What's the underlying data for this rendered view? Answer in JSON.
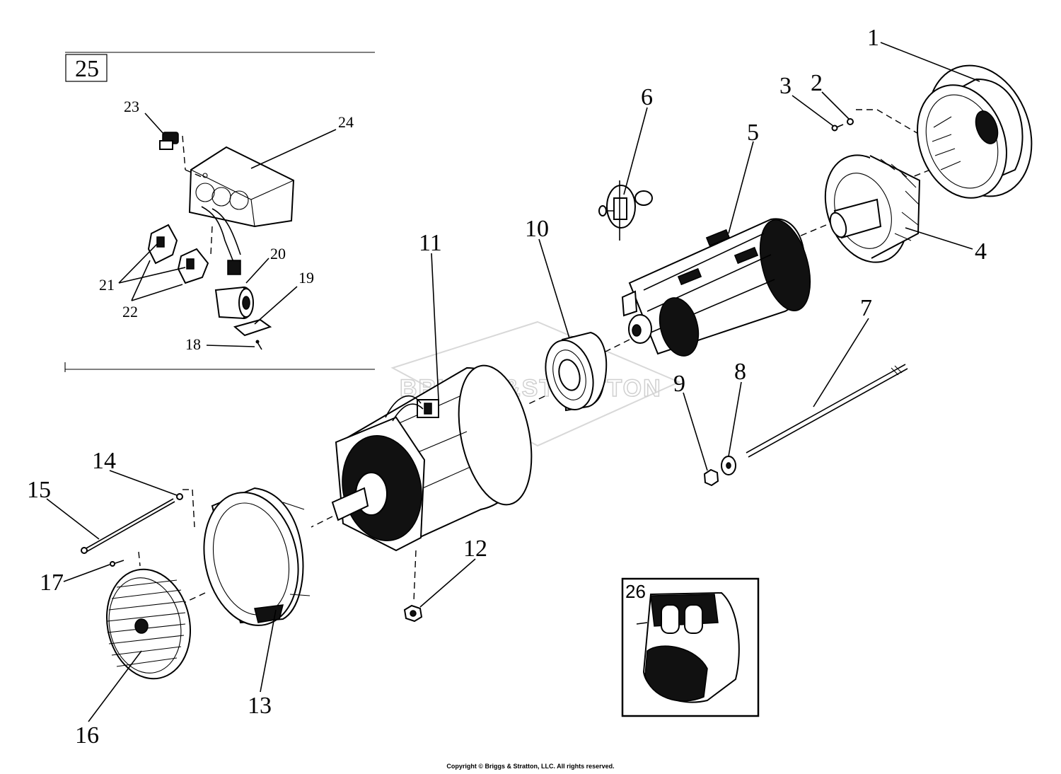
{
  "diagram": {
    "callouts": [
      {
        "id": "1",
        "label": "1"
      },
      {
        "id": "2",
        "label": "2"
      },
      {
        "id": "3",
        "label": "3"
      },
      {
        "id": "4",
        "label": "4"
      },
      {
        "id": "5",
        "label": "5"
      },
      {
        "id": "6",
        "label": "6"
      },
      {
        "id": "7",
        "label": "7"
      },
      {
        "id": "8",
        "label": "8"
      },
      {
        "id": "9",
        "label": "9"
      },
      {
        "id": "10",
        "label": "10"
      },
      {
        "id": "11",
        "label": "11"
      },
      {
        "id": "12",
        "label": "12"
      },
      {
        "id": "13",
        "label": "13"
      },
      {
        "id": "14",
        "label": "14"
      },
      {
        "id": "15",
        "label": "15"
      },
      {
        "id": "16",
        "label": "16"
      },
      {
        "id": "17",
        "label": "17"
      },
      {
        "id": "18",
        "label": "18"
      },
      {
        "id": "19",
        "label": "19"
      },
      {
        "id": "20",
        "label": "20"
      },
      {
        "id": "21",
        "label": "21"
      },
      {
        "id": "22",
        "label": "22"
      },
      {
        "id": "23",
        "label": "23"
      },
      {
        "id": "24",
        "label": "24"
      }
    ],
    "inset_control_panel": {
      "label": "25"
    },
    "inset_cover": {
      "label": "26"
    },
    "watermark": "BRIGGS&STRATTON",
    "copyright": "Copyright © Briggs & Stratton, LLC. All rights reserved."
  }
}
